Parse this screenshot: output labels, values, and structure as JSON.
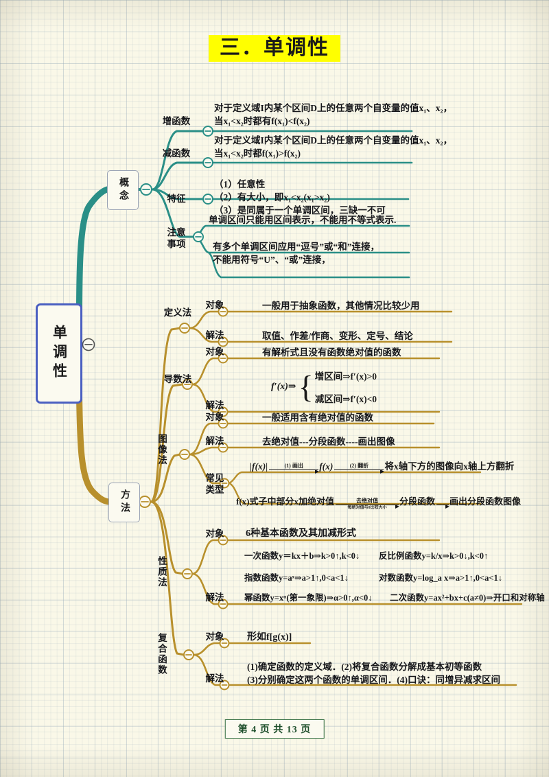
{
  "page": {
    "title": "三．单调性",
    "footer": "第 4 页 共 13 页",
    "highlight_color": "#ffff00",
    "branch_colors": {
      "concept": "#2a8f87",
      "method": "#b8902c",
      "root_border": "#4a5fc1"
    }
  },
  "root": {
    "label": "单调性",
    "collapse_icon": "minus-circle"
  },
  "concept": {
    "label": "概念",
    "items": [
      {
        "label": "增函数",
        "lines": [
          "对于定义域I内某个区间D上的任意两个自变量的值x₁、x₂，",
          "当x₁<x₂时都有f(x₁)<f(x₂)"
        ]
      },
      {
        "label": "减函数",
        "lines": [
          "对于定义域I内某个区间D上的任意两个自变量的值x₁、x₂，",
          "当x₁<x₂时都f(x₁)>f(x₂)"
        ]
      },
      {
        "label": "特征",
        "lines": [
          "（1）任意性",
          "（2）有大小，即x₁<x₂(x₁>x₂)",
          "（3）是同属于一个单调区间，三缺一不可"
        ]
      },
      {
        "label": "注意事项",
        "lines_a": [
          "单调区间只能用区间表示，不能用不等式表示."
        ],
        "lines_b": [
          "有多个单调区间应用“逗号”或“和”连接，",
          "不能用符号“U”、“或”连接，"
        ]
      }
    ]
  },
  "method": {
    "label": "方法",
    "groups": [
      {
        "label": "定义法",
        "rows": [
          {
            "key": "对象",
            "text": "一般用于抽象函数，其他情况比较少用"
          },
          {
            "key": "解法",
            "text": "取值、作差/作商、变形、定号、结论"
          }
        ]
      },
      {
        "label": "导数法",
        "rows": [
          {
            "key": "对象",
            "text": "有解析式且没有函数绝对值的函数"
          },
          {
            "key": "解法",
            "formula": {
              "lhs": "f′(x)⇒",
              "row1": "增区间⇒f′(x)>0",
              "row2": "减区间⇒f′(x)<0"
            }
          }
        ]
      },
      {
        "label": "图像法",
        "rows": [
          {
            "key": "对象",
            "text": "一般适用含有绝对值的函数"
          },
          {
            "key": "解法",
            "text": "去绝对值---分段函数----画出图像"
          },
          {
            "key": "常见类型",
            "chain1": {
              "a": "|f(x)|",
              "arrow1_over": "(1) 画出",
              "b": "f(x)",
              "arrow2_over": "(2) 翻折",
              "c": "将x轴下方的图像向x轴上方翻折"
            },
            "chain2": {
              "a": "f(x)式子中部分x加绝对值",
              "arrow_over": "去绝对值",
              "arrow_under": "每绝对值与0比较大小",
              "b": "分段函数",
              "c": "画出分段函数图像"
            }
          }
        ]
      },
      {
        "label": "性质法",
        "rows": [
          {
            "key": "对象",
            "text": "6种基本函数及其加减形式"
          },
          {
            "key": "解法",
            "formulas": [
              {
                "left": "一次函数y＝kx＋b⇒k>0↑,k<0↓",
                "right": "反比例函数y=k/x⇒k>0↓,k<0↑"
              },
              {
                "left": "指数函数y=aˣ⇒a>1↑,0<a<1↓",
                "right": "对数函数y=log_a x⇒a>1↑,0<a<1↓"
              },
              {
                "left": "幂函数y=xᵅ(第一象限)⇒α>0↑,α<0↓",
                "right": "二次函数y=ax²+bx+c(a≠0)⇒开口和对称轴"
              }
            ]
          }
        ]
      },
      {
        "label": "复合函数",
        "rows": [
          {
            "key": "对象",
            "text": "形如f[g(x)]"
          },
          {
            "key": "解法",
            "lines": [
              "(1)确定函数的定义域．(2)将复合函数分解成基本初等函数",
              "(3)分别确定这两个函数的单调区间．(4)口诀：同增异减求区间"
            ]
          }
        ]
      }
    ]
  }
}
